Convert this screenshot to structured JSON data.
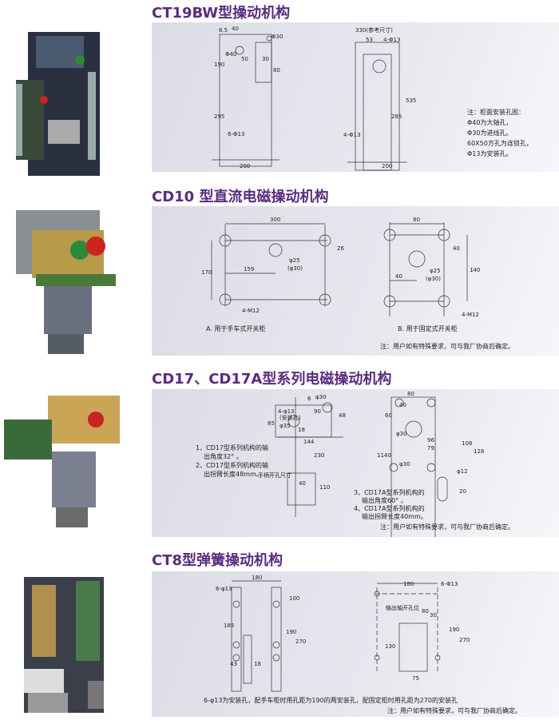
{
  "sections": [
    {
      "title": "CT19BW型操动机构",
      "dims": [
        "40",
        "6.5",
        "Φ30",
        "Φ40",
        "50",
        "30",
        "80",
        "190",
        "295",
        "200",
        "6-Φ13",
        "330(参考尺寸)",
        "53",
        "4-Φ13",
        "200",
        "535",
        "285"
      ],
      "notes": [
        "注：柜面安装孔图：",
        "Φ40为大轴孔，",
        "Φ30为进线孔。",
        "60X50方孔为连锁孔，",
        "Φ13为安装孔。"
      ]
    },
    {
      "title": "CD10 型直流电磁操动机构",
      "dims_a": {
        "w": "300",
        "h": "170",
        "off": "159",
        "top": "26",
        "hole": "φ25",
        "hole2": "(φ30)",
        "bolts": "4-M12"
      },
      "dims_b": {
        "w": "80",
        "h": "140",
        "off": "40",
        "top": "40",
        "hole": "φ25",
        "hole2": "(φ30)",
        "bolts": "4-M12"
      },
      "caption_a": "A. 用于手车式开关柜",
      "caption_b": "B. 用于固定式开关柜",
      "note": "注：用户如有特殊要求，可与我厂协商后确定。"
    },
    {
      "title": "CD17、CD17A型系列电磁操动机构",
      "dims_a": [
        "6",
        "φ30",
        "4-φ13",
        "(安装孔)",
        "90",
        "48",
        "85",
        "φ35",
        "18",
        "144",
        "230",
        "手柄开孔尺寸",
        "40",
        "110"
      ],
      "dims_b": [
        "80",
        "40",
        "60",
        "1140",
        "φ30",
        "96",
        "79",
        "108",
        "128",
        "φ30",
        "φ12",
        "20"
      ],
      "notes_a": [
        "1、CD17型系列机构的输",
        "出角度32° 。",
        "2、CD17型系列机构的输",
        "出拐臂长度48mm。"
      ],
      "notes_b": [
        "3、CD17A型系列机构的",
        "输出角度60° 。",
        "4、CD17A型系列机构的",
        "输出拐臂长度40mm。"
      ],
      "note": "注：用户如有特殊要求，可与我厂协商后确定。"
    },
    {
      "title": "CT8型弹簧操动机构",
      "dims_a": [
        "180",
        "6-φ13",
        "100",
        "185",
        "190",
        "270",
        "43",
        "18"
      ],
      "dims_b": [
        "180",
        "6-Φ13",
        "输出轴开孔位",
        "80",
        "30",
        "190",
        "270",
        "130",
        "75"
      ],
      "caption": "6-φ13为安装孔，配手车柜时用孔距为190的两安装孔，配固定柜时用孔距为270的安装孔",
      "note": "注：用户如有特殊要求，可与我厂协商后确定。"
    }
  ]
}
